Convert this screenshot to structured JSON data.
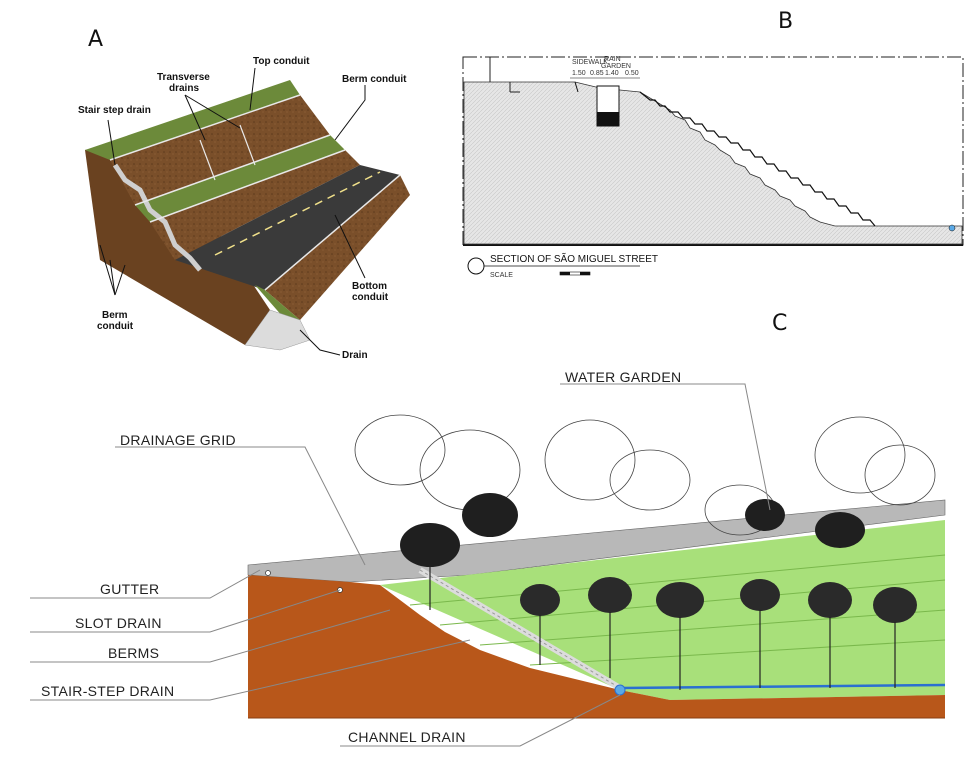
{
  "panels": {
    "a": {
      "letter": "A",
      "labels": {
        "top_conduit": "Top conduit",
        "transverse_drains_1": "Transverse",
        "transverse_drains_2": "drains",
        "berm_conduit_top": "Berm conduit",
        "stair_step_drain": "Stair step drain",
        "berm_conduit_left_1": "Berm",
        "berm_conduit_left_2": "conduit",
        "bottom_conduit_1": "Bottom",
        "bottom_conduit_2": "conduit",
        "drain": "Drain"
      }
    },
    "b": {
      "letter": "B",
      "labels": {
        "section": "SECTION OF SÃO MIGUEL STREET",
        "scale": "SCALE",
        "sidewalk": "SIDEWALK",
        "rain_garden_1": "RAIN",
        "rain_garden_2": "GARDEN",
        "dims": [
          "1.50",
          "0.85",
          "1.40",
          "0.50"
        ]
      }
    },
    "c": {
      "letter": "C",
      "labels": {
        "water_garden": "WATER GARDEN",
        "drainage_grid": "DRAINAGE GRID",
        "gutter": "GUTTER",
        "slot_drain": "SLOT DRAIN",
        "berms": "BERMS",
        "stair_step_drain": "STAIR-STEP DRAIN",
        "channel_drain": "CHANNEL DRAIN"
      }
    }
  },
  "colors": {
    "soil": "#b8571a",
    "soil_dark": "#8a3f12",
    "grass": "#a8e07a",
    "grass_dark": "#7ab84c",
    "road": "#3a3a3a",
    "slope_brown": "#7a4f2a",
    "hatch": "#d8d8d8"
  }
}
